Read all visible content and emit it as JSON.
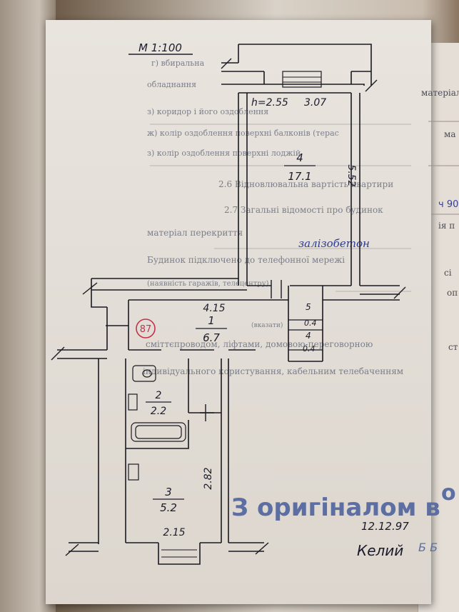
{
  "scale": "М 1:100",
  "height_label": "h=2.55",
  "room4": {
    "number": "4",
    "area": "17.1",
    "width": "3.07",
    "length": "5.52"
  },
  "room1": {
    "number": "1",
    "area": "6.7",
    "width": "4.15"
  },
  "room2": {
    "number": "2",
    "area": "2.2"
  },
  "room3": {
    "number": "3",
    "area": "5.2",
    "length": "2.82",
    "width": "2.15"
  },
  "closet": {
    "d1": "5",
    "d2": "0.4",
    "d3": "4",
    "d4": "0.4"
  },
  "circle_number": "87",
  "printed_lines": [
    "г) вбиральна",
    "обладнання",
    "з) коридор і його оздоблення",
    "ж) колір оздоблення поверхні балконів (терас",
    "з) колір оздоблення поверхні лоджій",
    "2.6 Відновлювальна вартість квартири",
    "2.7 Загальні відомості про будинок",
    "матеріал перекриття",
    "Будинок підключено до телефонної мережі",
    "(наявність гаражів, телецентру)",
    "(вказати)",
    "сміттєпроводом, ліфтами, домовою-переговорною",
    "індивідуального користування, кабельним телебаченням"
  ],
  "handwritten_material": "залізобетон",
  "stamp_text": "З оригіналом в",
  "stamp_suffix": "о",
  "signature_date": "12.12.97",
  "signature_name": "Келий",
  "signature_extra": "Б Б",
  "side_lines": [
    "матеріал",
    "ма",
    "ч 90",
    "ія п",
    "сі",
    "оп",
    "ст"
  ]
}
